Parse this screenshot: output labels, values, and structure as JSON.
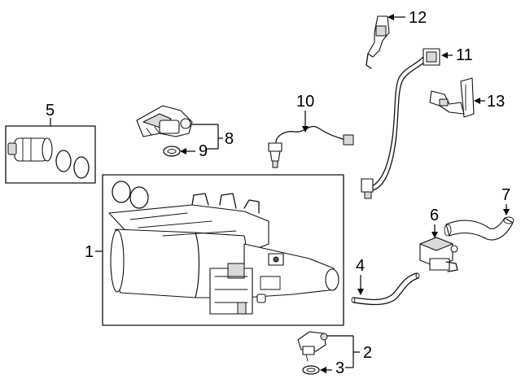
{
  "callouts": {
    "c1": "1",
    "c2": "2",
    "c3": "3",
    "c4": "4",
    "c5": "5",
    "c6": "6",
    "c7": "7",
    "c8": "8",
    "c9": "9",
    "c10": "10",
    "c11": "11",
    "c12": "12",
    "c13": "13"
  },
  "colors": {
    "line": "#111111",
    "background": "#ffffff",
    "fill_shade": "#d9d9d9"
  }
}
